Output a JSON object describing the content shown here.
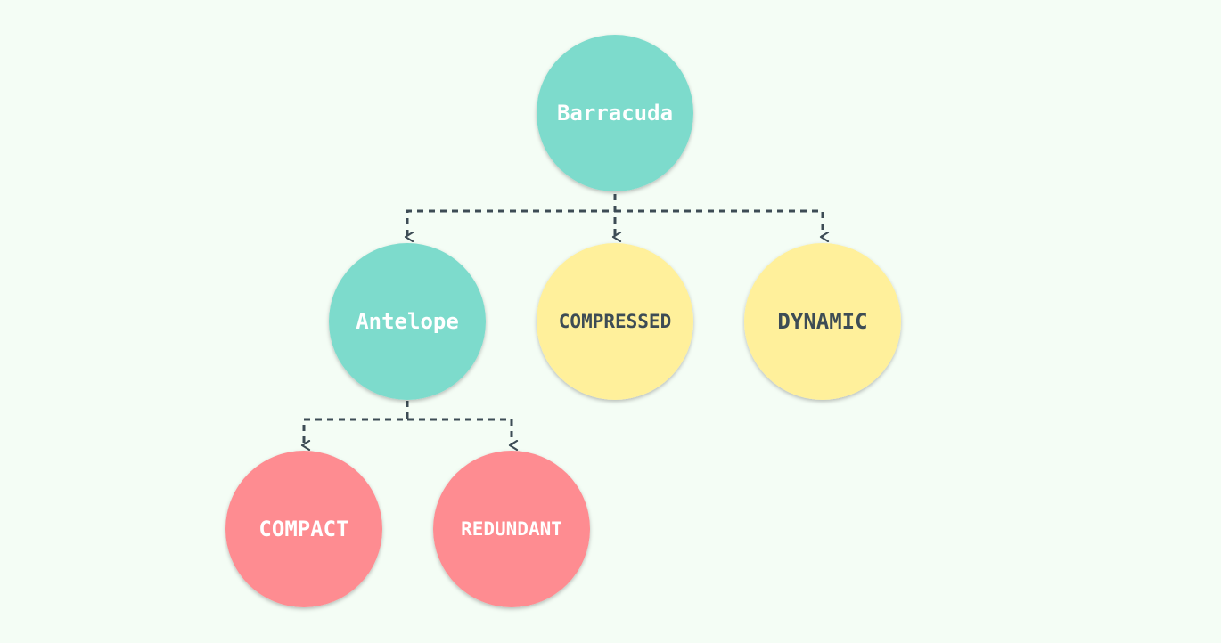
{
  "colors": {
    "background": "#f4fdf5",
    "teal": "#7ddbcc",
    "yellow": "#fff09b",
    "red": "#fe8c91",
    "edge": "#3d4c55",
    "label_light": "#ffffff",
    "label_dark": "#3d4c55"
  },
  "nodes": {
    "barracuda": {
      "label": "Barracuda"
    },
    "antelope": {
      "label": "Antelope"
    },
    "compressed": {
      "label": "COMPRESSED"
    },
    "dynamic": {
      "label": "DYNAMIC"
    },
    "compact": {
      "label": "COMPACT"
    },
    "redundant": {
      "label": "REDUNDANT"
    }
  },
  "edges": [
    {
      "from": "barracuda",
      "to": "antelope",
      "style": "dashed-arrow"
    },
    {
      "from": "barracuda",
      "to": "compressed",
      "style": "dashed-arrow"
    },
    {
      "from": "barracuda",
      "to": "dynamic",
      "style": "dashed-arrow"
    },
    {
      "from": "antelope",
      "to": "compact",
      "style": "dashed-arrow"
    },
    {
      "from": "antelope",
      "to": "redundant",
      "style": "dashed-arrow"
    }
  ]
}
